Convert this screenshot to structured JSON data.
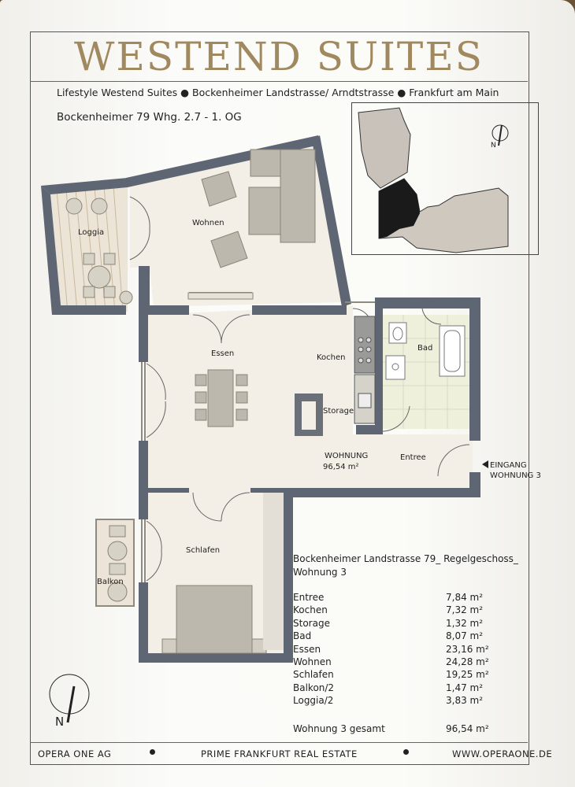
{
  "header": {
    "title": "WESTEND SUITES",
    "subtitle_part1": "Lifestyle Westend Suites",
    "subtitle_part2": "Bockenheimer Landstrasse/ Arndtstrasse",
    "subtitle_part3": "Frankfurt am Main",
    "unit_line": "Bockenheimer 79 Whg. 2.7 - 1. OG"
  },
  "plan": {
    "rooms": {
      "loggia": "Loggia",
      "wohnen": "Wohnen",
      "essen": "Essen",
      "kochen": "Kochen",
      "bad": "Bad",
      "storage": "Storage",
      "entree": "Entree",
      "schlafen": "Schlafen",
      "balkon": "Balkon"
    },
    "apartment_label": "WOHNUNG",
    "apartment_area": "96,54 m²",
    "entrance_line1": "EINGANG",
    "entrance_line2": "WOHNUNG 3",
    "north_label": "N"
  },
  "summary": {
    "address_line1": "Bockenheimer Landstrasse 79_ Regelgeschoss_",
    "address_line2": "Wohnung 3",
    "areas": [
      {
        "name": "Entree",
        "value": "7,84 m²"
      },
      {
        "name": "Kochen",
        "value": "7,32 m²"
      },
      {
        "name": "Storage",
        "value": "1,32 m²"
      },
      {
        "name": "Bad",
        "value": "8,07 m²"
      },
      {
        "name": "Essen",
        "value": "23,16 m²"
      },
      {
        "name": "Wohnen",
        "value": "24,28 m²"
      },
      {
        "name": "Schlafen",
        "value": "19,25 m²"
      },
      {
        "name": "Balkon/2",
        "value": "1,47 m²"
      },
      {
        "name": "Loggia/2",
        "value": "3,83 m²"
      }
    ],
    "total_name": "Wohnung 3 gesamt",
    "total_value": "96,54 m²"
  },
  "footer": {
    "left": "OPERA ONE AG",
    "center": "PRIME FRANKFURT REAL ESTATE",
    "right": "WWW.OPERAONE.DE"
  },
  "colors": {
    "title": "#a0885f",
    "wall": "#5e6573",
    "floor": "#f2efe6",
    "bath_floor": "#eef0dc",
    "furniture": "#b8b3a8"
  }
}
